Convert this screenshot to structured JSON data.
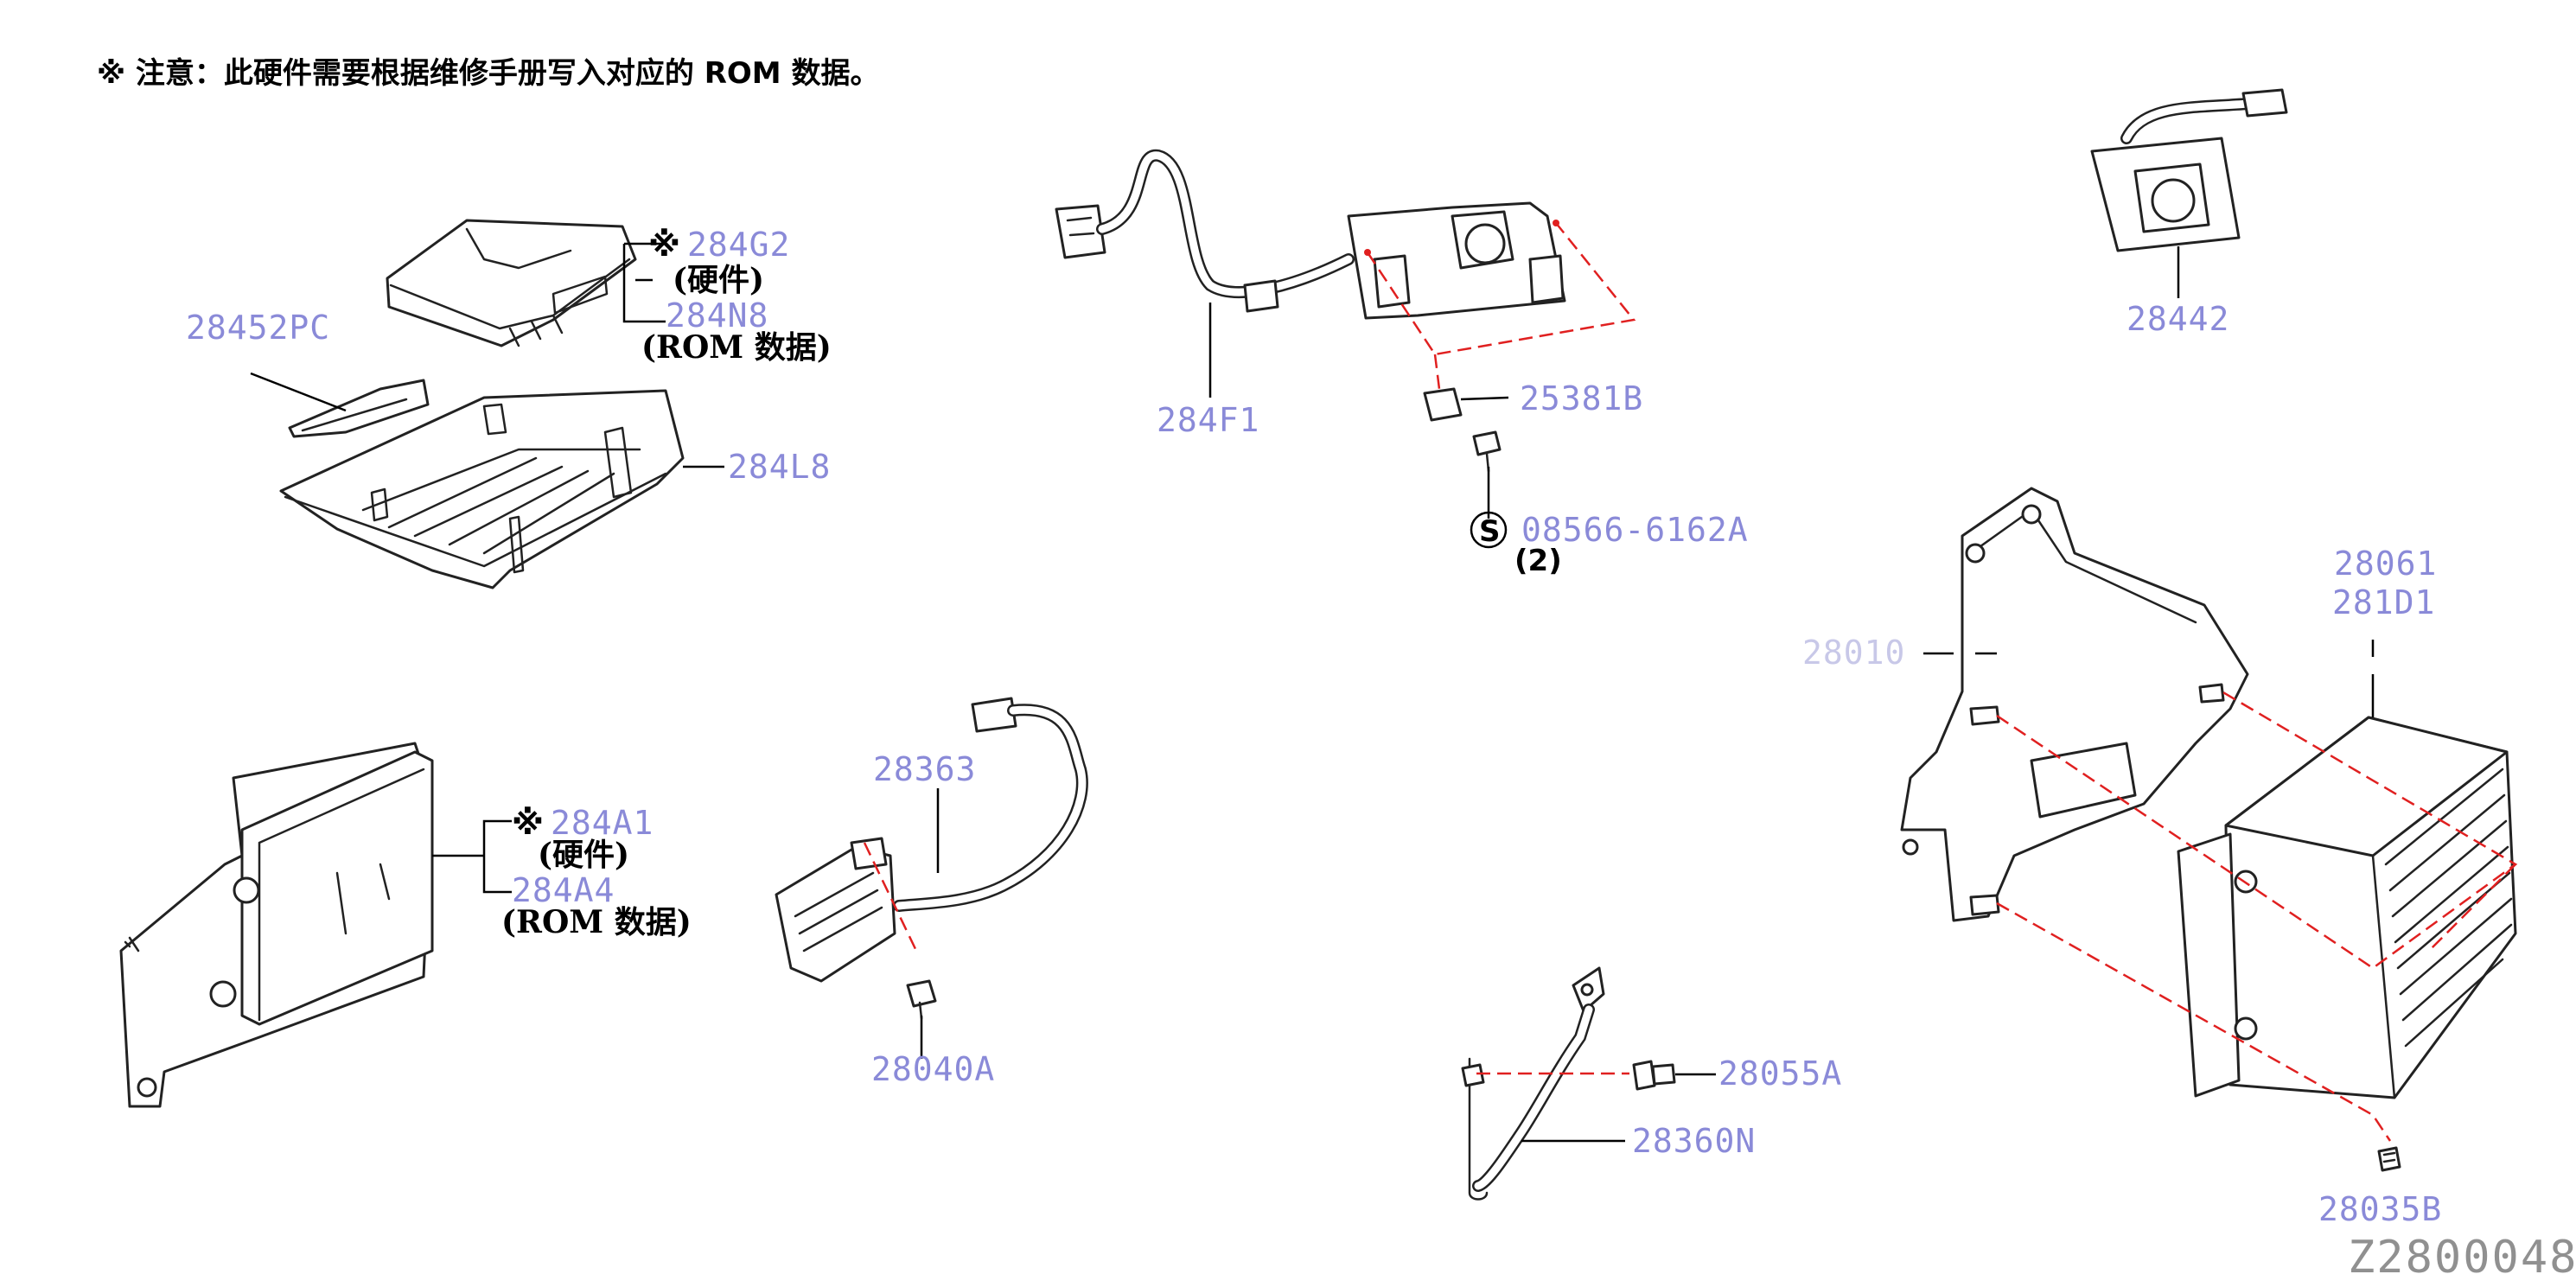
{
  "notice": "※ 注意：此硬件需要根据维修手册写入对应的 ROM 数据。",
  "colors": {
    "part_label": "#8a8ad8",
    "guide_dash": "#e02020",
    "code": "#909090"
  },
  "labels": {
    "p284G2": "284G2",
    "p284N8": "284N8",
    "p28452PC": "28452PC",
    "p284L8": "284L8",
    "p284F1": "284F1",
    "p25381B": "25381B",
    "p08566": "08566-6162A",
    "p28442": "28442",
    "p28061": "28061",
    "p281D1": "281D1",
    "p284A1": "284A1",
    "p284A4": "284A4",
    "p28363": "28363",
    "p28040A": "28040A",
    "p28055A": "28055A",
    "p28360N": "28360N",
    "p28035B": "28035B",
    "pFaded": "28010"
  },
  "annotations": {
    "asterisk": "※",
    "hardware": "(硬件)",
    "rom_data": "(ROM 数据)",
    "screw_symbol": "S",
    "qty_2": "(2)"
  },
  "diagram_code": "Z2800048"
}
